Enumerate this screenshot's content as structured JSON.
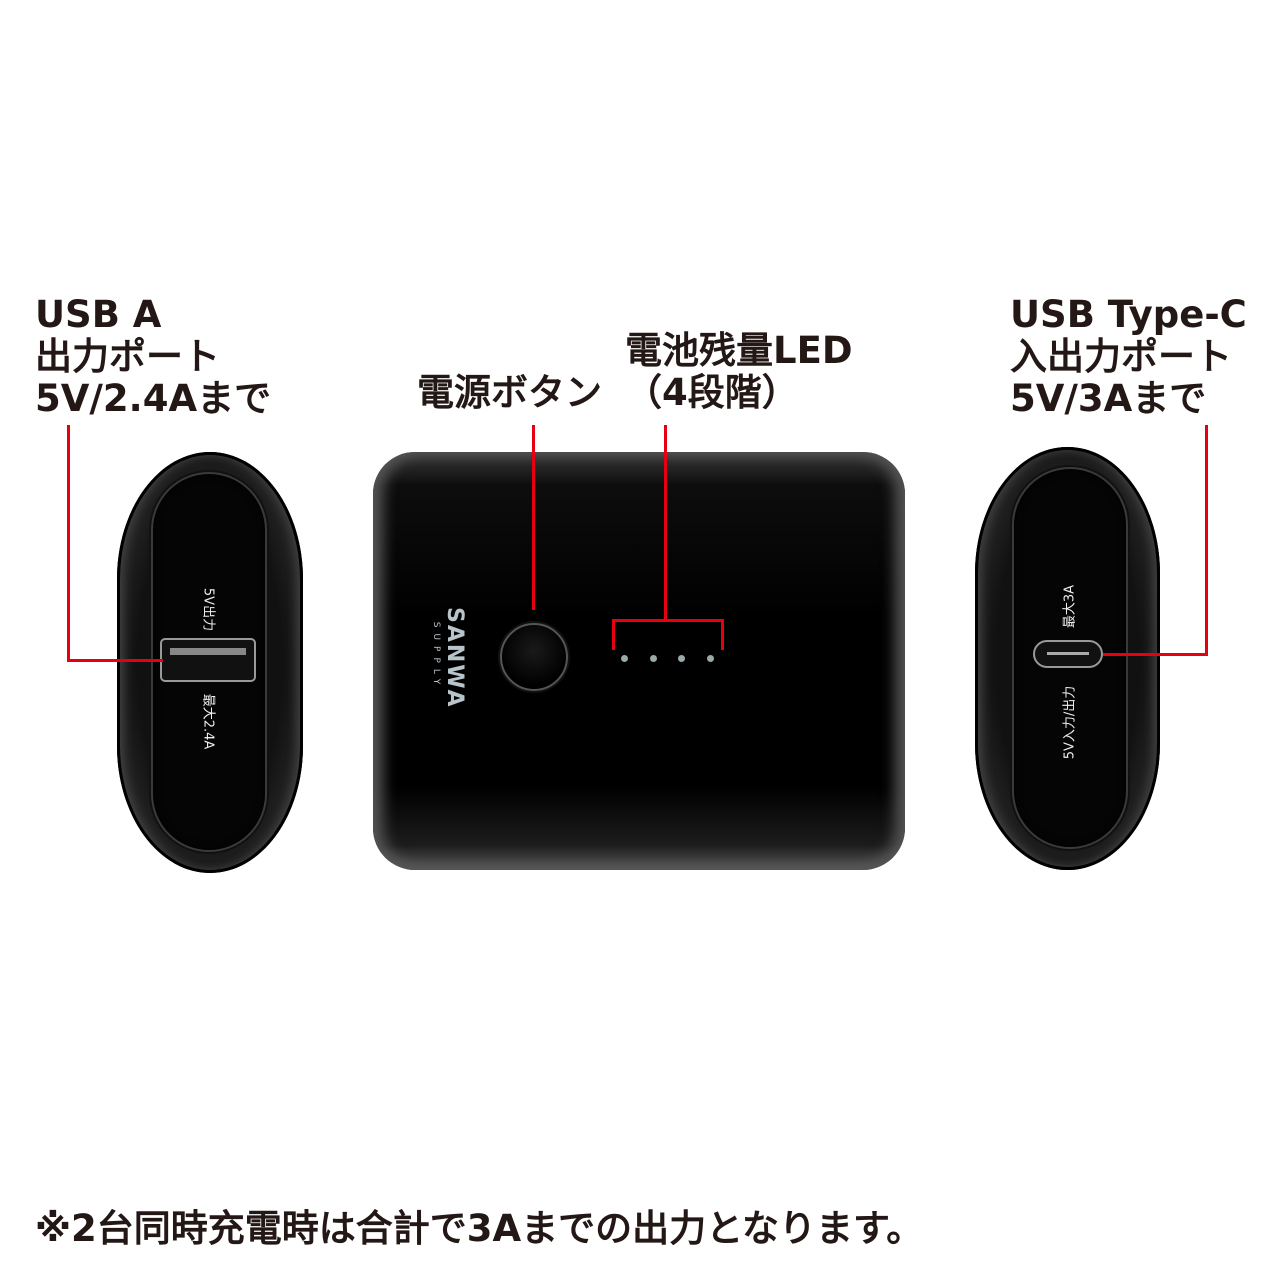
{
  "labels": {
    "usb_a": [
      "USB A",
      "出力ポート",
      "5V/2.4Aまで"
    ],
    "power_button": "電源ボタン",
    "battery_led": [
      "電池残量LED",
      "（4段階）"
    ],
    "usb_c": [
      "USB Type-C",
      "入出力ポート",
      "5V/3Aまで"
    ]
  },
  "device": {
    "left_port_top": "5V出力",
    "left_port_bottom": "最大2.4A",
    "logo": [
      "SANWA",
      "SUPPLY"
    ],
    "right_port_top": "最大3A",
    "right_port_bottom": "5V入力/出力",
    "led_count": 4
  },
  "footnote": "※2台同時充電時は合計で3Aまでの出力となります。",
  "colors": {
    "callout": "#e60012",
    "text": "#231815"
  }
}
